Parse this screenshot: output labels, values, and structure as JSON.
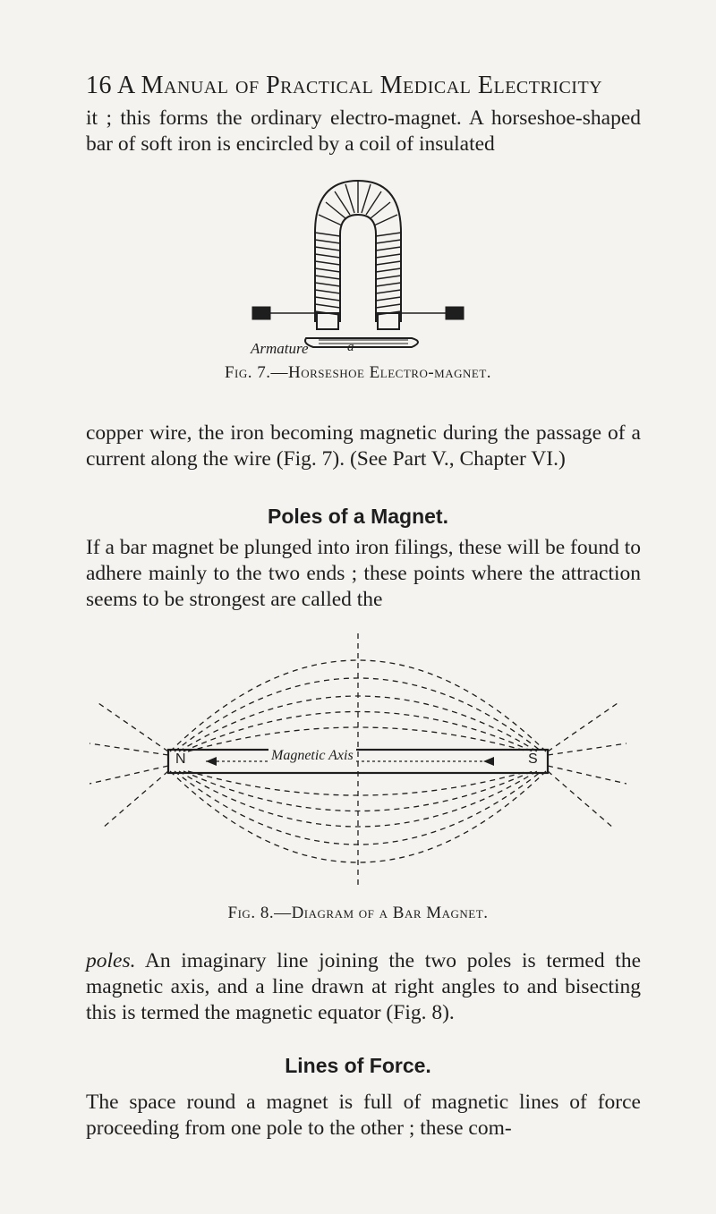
{
  "page": {
    "running_head": "16 A Manual of Practical Medical Electricity",
    "para1": "it ; this forms the ordinary electro-magnet. A horseshoe-shaped bar of soft iron is encircled by a coil of insulated",
    "fig7": {
      "label_armature": "Armature",
      "label_a": "a",
      "caption": "Fig. 7.—Horseshoe Electro-magnet."
    },
    "para2": "copper wire, the iron becoming magnetic during the passage of a current along the wire (Fig. 7). (See Part V., Chapter VI.)",
    "heading_poles": "Poles of a Magnet.",
    "para3": "If a bar magnet be plunged into iron filings, these will be found to adhere mainly to the two ends ; these points where the attraction seems to be strongest are called the",
    "fig8": {
      "label_n": "N",
      "label_s": "S",
      "label_axis": "Magnetic Axis",
      "caption": "Fig. 8.—Diagram of a Bar Magnet."
    },
    "para4_italic": "poles.",
    "para4": " An imaginary line joining the two poles is termed the magnetic axis, and a line drawn at right angles to and bisecting this is termed the magnetic equator (Fig. 8).",
    "heading_lines": "Lines of Force.",
    "para5": "The space round a magnet is full of magnetic lines of force proceeding from one pole to the other ; these com-"
  }
}
